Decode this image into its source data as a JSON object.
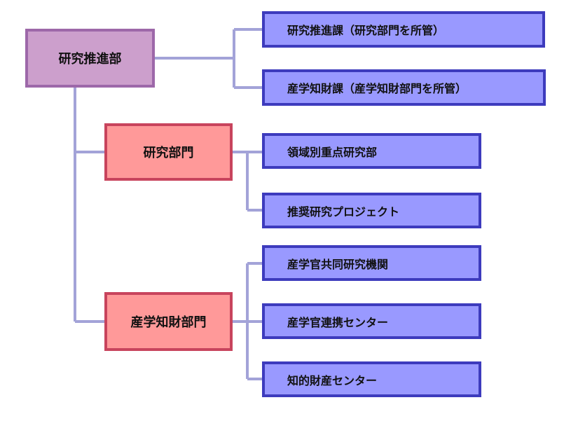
{
  "colors": {
    "root_fill": "#cc9fcc",
    "root_border": "#9d68a9",
    "dept_fill": "#ff9999",
    "dept_border": "#c8445d",
    "leaf_fill": "#9999ff",
    "leaf_border": "#3d3bbd",
    "connector": "#a3a3d8"
  },
  "root": {
    "label": "研究推進部",
    "sections": [
      {
        "label": "研究推進課（研究部門を所管）"
      },
      {
        "label": "産学知財課（産学知財部門を所管）"
      }
    ]
  },
  "departments": [
    {
      "label": "研究部門",
      "units": [
        {
          "label": "領域別重点研究部"
        },
        {
          "label": "推奨研究プロジェクト"
        }
      ]
    },
    {
      "label": "産学知財部門",
      "units": [
        {
          "label": "産学官共同研究機関"
        },
        {
          "label": "産学官連携センター"
        },
        {
          "label": "知的財産センター"
        }
      ]
    }
  ]
}
